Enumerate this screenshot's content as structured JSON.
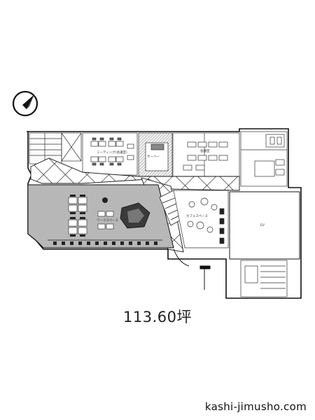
{
  "plan": {
    "area_label": "113.60坪",
    "website": "kashi-jimusho.com",
    "room_labels": {
      "meeting_left": "ミーティング(会議室)",
      "meeting_upper": "会議室",
      "server": "サーバー",
      "lounge": "カフェスペース",
      "workspace": "ワークスペース",
      "shaft": "EV"
    }
  }
}
